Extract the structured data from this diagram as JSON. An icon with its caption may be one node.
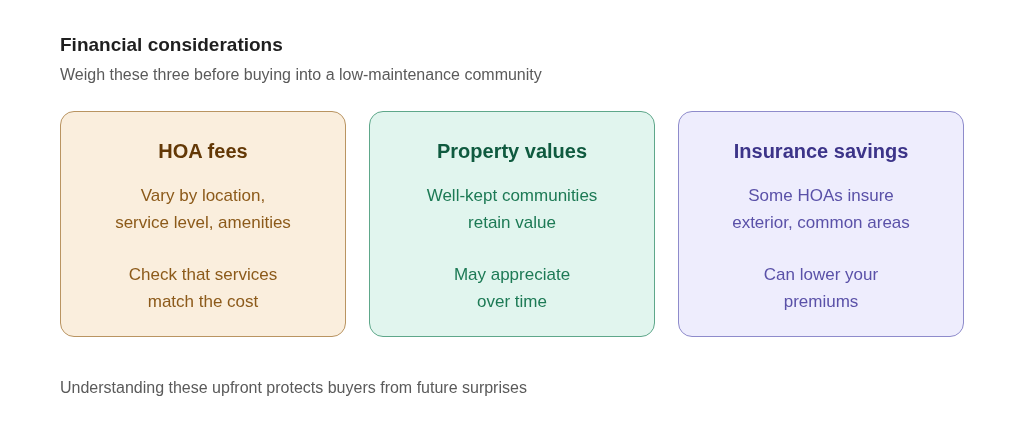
{
  "diagram": {
    "title": "Financial considerations",
    "nodes": [
      {
        "text": [
          "HOA fees",
          "Vary by location, service level, amenities",
          "Check that services match the cost"
        ]
      },
      {
        "text": [
          "Property values",
          "Well-kept communities retain value",
          "May appreciate over time"
        ]
      },
      {
        "text": [
          "Insurance savings",
          "Some HOAs insure exterior, common areas",
          "Can lower your premiums"
        ]
      }
    ],
    "labels": [
      "Weigh these three before buying into a low-maintenance community",
      "Understanding these upfront protects buyers from future surprises"
    ]
  }
}
